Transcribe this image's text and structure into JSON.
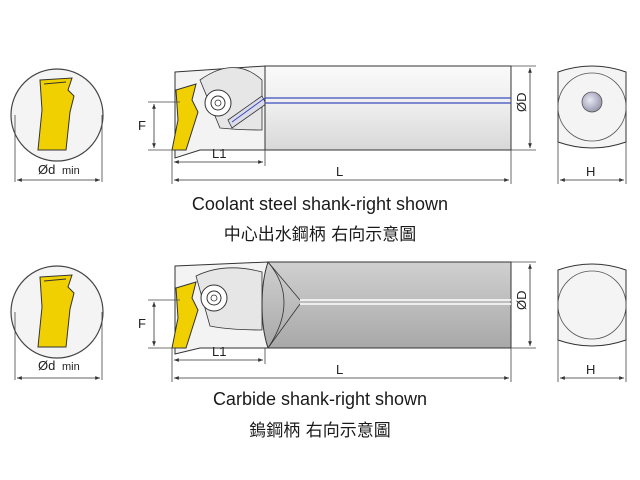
{
  "views": [
    {
      "caption_en": "Coolant steel shank-right shown",
      "caption_zh": "中心出水鋼柄  右向示意圖",
      "labels": {
        "d_min": "Ød",
        "min": "min",
        "F": "F",
        "L1": "L1",
        "L": "L",
        "D": "ØD",
        "H": "H"
      }
    },
    {
      "caption_en": "Carbide shank-right shown",
      "caption_zh": "鎢鋼柄  右向示意圖",
      "labels": {
        "d_min": "Ød",
        "min": "min",
        "F": "F",
        "L1": "L1",
        "L": "L",
        "D": "ØD",
        "H": "H"
      }
    }
  ],
  "colors": {
    "insert": "#f2d000",
    "shank_steel": "#e8e8e8",
    "shank_carbide": "#bdbdbd",
    "coolant_line": "#3b4cc0",
    "outline": "#333333"
  }
}
